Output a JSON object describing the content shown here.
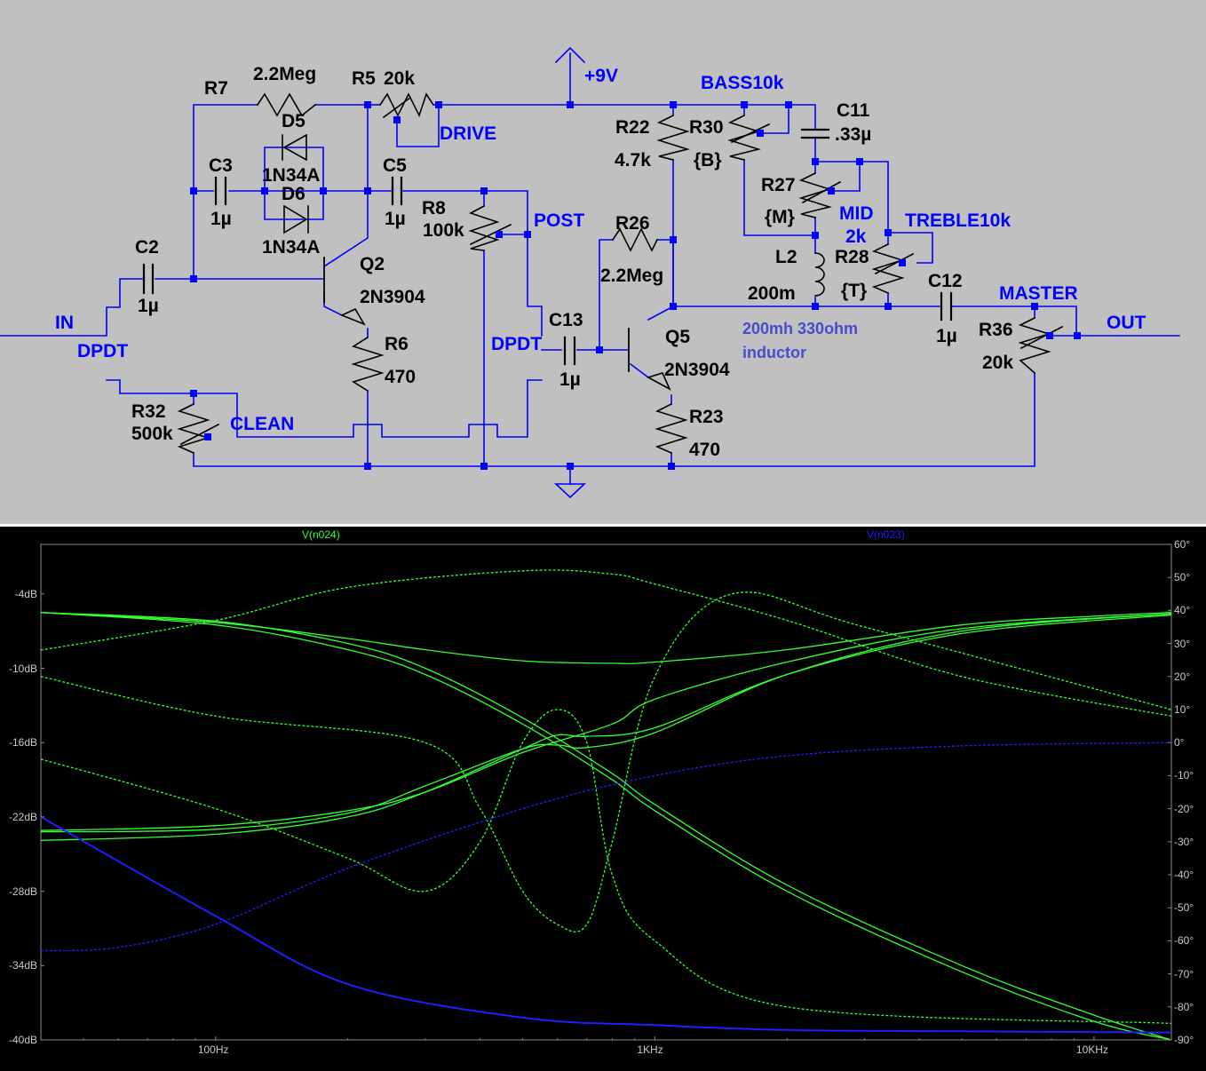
{
  "colors": {
    "wire": "#0000ff",
    "component": "#000000",
    "schematic_bg": "#c0c0c0",
    "plot_bg": "#000000",
    "trace_green": "#33ff33",
    "trace_blue": "#1e1eff",
    "axis_text": "#c8c8c8"
  },
  "schematic": {
    "parts": [
      {
        "ref": "C2",
        "value": "1µ"
      },
      {
        "ref": "C3",
        "value": "1µ"
      },
      {
        "ref": "C5",
        "value": "1µ"
      },
      {
        "ref": "C11",
        "value": ".33µ"
      },
      {
        "ref": "C12",
        "value": "1µ"
      },
      {
        "ref": "C13",
        "value": "1µ"
      },
      {
        "ref": "D5",
        "value": "1N34A"
      },
      {
        "ref": "D6",
        "value": "1N34A"
      },
      {
        "ref": "R7",
        "value": "2.2Meg"
      },
      {
        "ref": "R5",
        "value": "20k"
      },
      {
        "ref": "R6",
        "value": "470"
      },
      {
        "ref": "R8",
        "value": "100k"
      },
      {
        "ref": "R22",
        "value": "4.7k"
      },
      {
        "ref": "R23",
        "value": "470"
      },
      {
        "ref": "R26",
        "value": "2.2Meg"
      },
      {
        "ref": "R27",
        "value": "{M}"
      },
      {
        "ref": "R28",
        "value": "{T}"
      },
      {
        "ref": "R30",
        "value": "{B}"
      },
      {
        "ref": "R32",
        "value": "500k"
      },
      {
        "ref": "R36",
        "value": "20k"
      },
      {
        "ref": "L2",
        "value": "200m"
      },
      {
        "ref": "Q2",
        "value": "2N3904"
      },
      {
        "ref": "Q5",
        "value": "2N3904"
      }
    ],
    "nets": {
      "in": "IN",
      "out": "OUT",
      "vcc": "+9V",
      "drive": "DRIVE",
      "post": "POST",
      "clean": "CLEAN",
      "dpdt1": "DPDT",
      "dpdt2": "DPDT",
      "bass": "BASS10k",
      "mid": "MID",
      "mid_value": "2k",
      "treble": "TREBLE10k",
      "master": "MASTER"
    },
    "note_line1": "200mh 330ohm",
    "note_line2": "inductor"
  },
  "plot": {
    "trace_labels": [
      "V(n024)",
      "V(n023)"
    ],
    "left_axis": [
      "-4dB",
      "-10dB",
      "-16dB",
      "-22dB",
      "-28dB",
      "-34dB",
      "-40dB"
    ],
    "right_axis": [
      "60°",
      "50°",
      "40°",
      "30°",
      "20°",
      "10°",
      "0°",
      "-10°",
      "-20°",
      "-30°",
      "-40°",
      "-50°",
      "-60°",
      "-70°",
      "-80°",
      "-90°"
    ],
    "x_axis": [
      "100Hz",
      "1KHz",
      "10KHz"
    ]
  },
  "chart_data": {
    "type": "line",
    "x_scale": "log",
    "xlabel": "",
    "ylabel": "",
    "xlim": [
      40,
      15000
    ],
    "ylim": [
      -40,
      0
    ],
    "y2lim": [
      -90,
      60
    ],
    "y2_unit": "°",
    "grid": false,
    "series": [
      {
        "name": "V(n024)",
        "style": "solid",
        "axis": "left",
        "x": [
          40,
          100,
          200,
          300,
          500,
          800,
          1000,
          2000,
          5000,
          10000,
          15000
        ],
        "y": [
          -5.5,
          -6.5,
          -8.5,
          -10.5,
          -14.5,
          -19,
          -21.5,
          -28,
          -34.5,
          -38.5,
          -40
        ]
      },
      {
        "name": "V(n024)",
        "style": "solid",
        "axis": "left",
        "x": [
          40,
          100,
          200,
          300,
          500,
          800,
          1000,
          2000,
          5000,
          10000,
          15000
        ],
        "y": [
          -5.5,
          -6.2,
          -8,
          -10,
          -14,
          -18.5,
          -21,
          -27.5,
          -34,
          -38,
          -40
        ]
      },
      {
        "name": "V(n024)",
        "style": "solid",
        "axis": "left",
        "x": [
          40,
          100,
          200,
          300,
          500,
          800,
          1000,
          2000,
          5000,
          10000,
          15000
        ],
        "y": [
          -5.5,
          -6.3,
          -7.6,
          -8.5,
          -9.4,
          -9.6,
          -9.5,
          -8.5,
          -6.5,
          -5.8,
          -5.5
        ]
      },
      {
        "name": "V(n024)",
        "style": "solid",
        "axis": "left",
        "x": [
          40,
          100,
          200,
          300,
          500,
          600,
          700,
          1000,
          2000,
          5000,
          15000
        ],
        "y": [
          -23.2,
          -23,
          -21.7,
          -19.5,
          -16.5,
          -16.2,
          -16.4,
          -15.2,
          -10.5,
          -7,
          -5.6
        ]
      },
      {
        "name": "V(n024)",
        "style": "solid",
        "axis": "left",
        "x": [
          40,
          100,
          200,
          300,
          500,
          800,
          1000,
          2000,
          5000,
          15000
        ],
        "y": [
          -23.1,
          -22.7,
          -21.5,
          -20,
          -16.8,
          -14.5,
          -12.5,
          -9.5,
          -6.8,
          -5.6
        ]
      },
      {
        "name": "V(n024)",
        "style": "solid",
        "axis": "left",
        "x": [
          40,
          100,
          200,
          300,
          500,
          600,
          700,
          1000,
          2000,
          5000,
          15000
        ],
        "y": [
          -23.9,
          -23.4,
          -22,
          -20,
          -16.5,
          -15.4,
          -15.5,
          -14.8,
          -10.5,
          -7.2,
          -5.7
        ]
      }
    ],
    "phase_series": [
      {
        "name": "V(n024)",
        "style": "dashed",
        "axis": "right",
        "x": [
          40,
          100,
          200,
          500,
          800,
          1000,
          2000,
          5000,
          15000
        ],
        "y": [
          28,
          37,
          47,
          52,
          51,
          48,
          37,
          20,
          8
        ]
      },
      {
        "name": "V(n024)",
        "style": "dashed",
        "axis": "right",
        "x": [
          40,
          100,
          300,
          400,
          500,
          600,
          700,
          800,
          1000,
          1500,
          3000,
          15000
        ],
        "y": [
          20,
          8,
          0,
          -20,
          -45,
          -55,
          -55,
          -30,
          20,
          45,
          35,
          10
        ]
      },
      {
        "name": "V(n024)",
        "style": "dashed",
        "axis": "right",
        "x": [
          40,
          100,
          200,
          300,
          400,
          500,
          600,
          700,
          800,
          1000,
          2000,
          15000
        ],
        "y": [
          -5,
          -20,
          -35,
          -45,
          -30,
          0,
          10,
          0,
          -40,
          -60,
          -80,
          -85
        ]
      },
      {
        "name": "V(n023)",
        "style": "dashed",
        "axis": "right",
        "x": [
          40,
          60,
          100,
          200,
          500,
          1000,
          2000,
          5000,
          15000
        ],
        "y": [
          -63,
          -62,
          -55,
          -38,
          -20,
          -10,
          -4,
          -1,
          0
        ]
      },
      {
        "name": "V(n023)",
        "style": "solid",
        "axis": "left",
        "x": [
          40,
          100,
          200,
          500,
          1000,
          2000,
          5000,
          15000
        ],
        "y": [
          -22,
          -30,
          -35.5,
          -38.2,
          -38.8,
          -39.2,
          -39.3,
          -39.4
        ]
      }
    ]
  }
}
